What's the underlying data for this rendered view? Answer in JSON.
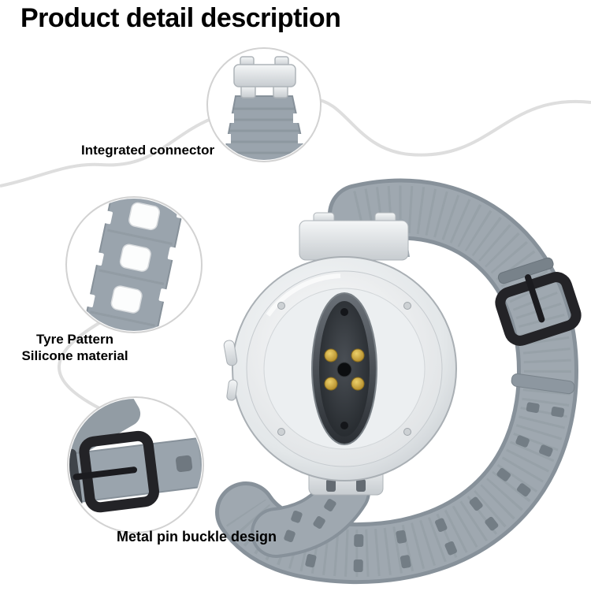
{
  "page": {
    "title": "Product detail description"
  },
  "callouts": {
    "connector": {
      "label": "Integrated connector"
    },
    "tyre": {
      "label_line1": "Tyre Pattern",
      "label_line2": "Silicone material"
    },
    "buckle": {
      "label": "Metal pin buckle design"
    }
  },
  "colors": {
    "background": "#ffffff",
    "text": "#000000",
    "strap_gray": "#9fa8b0",
    "strap_edge": "#87919a",
    "case_silver": "#e9ecee",
    "buckle_black": "#232327",
    "sensor_gold": "#c9a227",
    "callout_line": "#dedede"
  }
}
